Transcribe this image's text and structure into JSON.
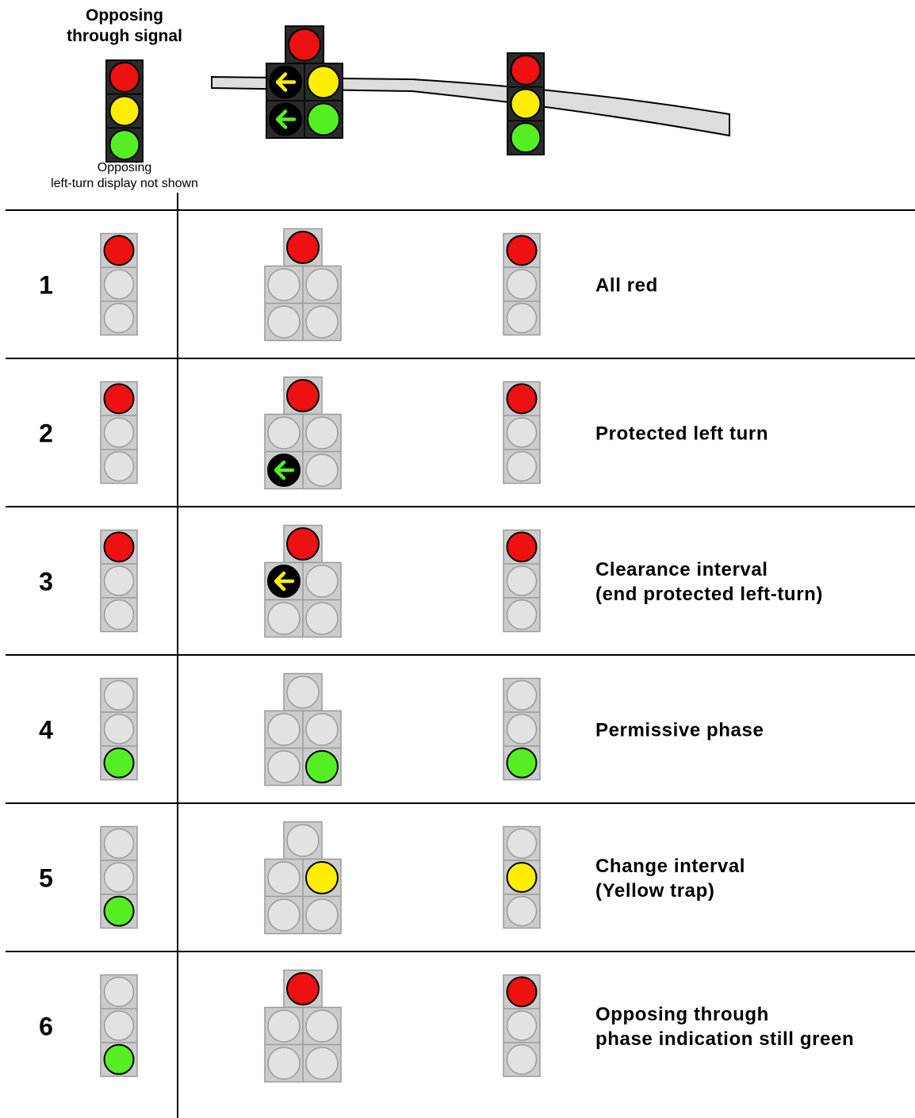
{
  "header": {
    "opposing_title_line1": "Opposing",
    "opposing_title_line2": "through signal",
    "opposing_note_line1": "Opposing",
    "opposing_note_line2": "left-turn display not shown"
  },
  "colors": {
    "red": "#ee1111",
    "yellow": "#ffee00",
    "green": "#55ee22",
    "off_lamp": "#e2e2e2",
    "housing_active": "#2b2b2b",
    "housing_dim": "#cccccc",
    "road": "#dddddd"
  },
  "legend_state": {
    "opposing": [
      "red",
      "yellow",
      "green"
    ],
    "fya": {
      "top": "red",
      "arrow_yellow": "yellow-arrow",
      "ball_yellow": "yellow",
      "arrow_green": "green-arrow",
      "ball_green": "green"
    },
    "through": [
      "red",
      "yellow",
      "green"
    ]
  },
  "rows": [
    {
      "number": "1",
      "desc": [
        "All red"
      ],
      "opposing": [
        "red",
        "off",
        "off"
      ],
      "fya": {
        "top": "red",
        "arrow_yellow": "off",
        "ball_yellow": "off",
        "arrow_green": "off",
        "ball_green": "off"
      },
      "through": [
        "red",
        "off",
        "off"
      ]
    },
    {
      "number": "2",
      "desc": [
        "Protected left turn"
      ],
      "opposing": [
        "red",
        "off",
        "off"
      ],
      "fya": {
        "top": "red",
        "arrow_yellow": "off",
        "ball_yellow": "off",
        "arrow_green": "green-arrow",
        "ball_green": "off"
      },
      "through": [
        "red",
        "off",
        "off"
      ]
    },
    {
      "number": "3",
      "desc": [
        "Clearance interval",
        "(end protected left-turn)"
      ],
      "opposing": [
        "red",
        "off",
        "off"
      ],
      "fya": {
        "top": "red",
        "arrow_yellow": "yellow-arrow",
        "ball_yellow": "off",
        "arrow_green": "off",
        "ball_green": "off"
      },
      "through": [
        "red",
        "off",
        "off"
      ]
    },
    {
      "number": "4",
      "desc": [
        "Permissive phase"
      ],
      "opposing": [
        "off",
        "off",
        "green"
      ],
      "fya": {
        "top": "off",
        "arrow_yellow": "off",
        "ball_yellow": "off",
        "arrow_green": "off",
        "ball_green": "green"
      },
      "through": [
        "off",
        "off",
        "green"
      ]
    },
    {
      "number": "5",
      "desc": [
        "Change interval",
        "(Yellow trap)"
      ],
      "opposing": [
        "off",
        "off",
        "green"
      ],
      "fya": {
        "top": "off",
        "arrow_yellow": "off",
        "ball_yellow": "yellow",
        "arrow_green": "off",
        "ball_green": "off"
      },
      "through": [
        "off",
        "yellow",
        "off"
      ]
    },
    {
      "number": "6",
      "desc": [
        "Opposing through",
        "phase indication still green"
      ],
      "opposing": [
        "off",
        "off",
        "green"
      ],
      "fya": {
        "top": "red",
        "arrow_yellow": "off",
        "ball_yellow": "off",
        "arrow_green": "off",
        "ball_green": "off"
      },
      "through": [
        "red",
        "off",
        "off"
      ]
    }
  ]
}
